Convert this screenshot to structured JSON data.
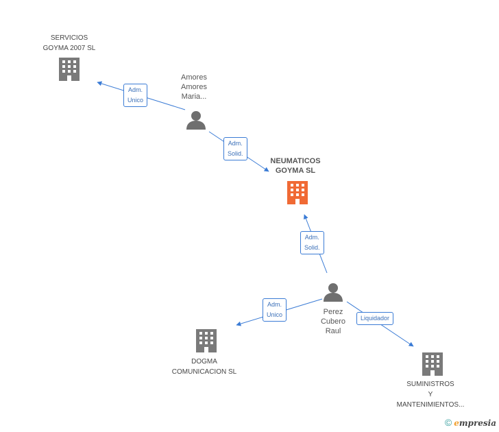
{
  "colors": {
    "edge": "#3a7bd5",
    "person_icon": "#6f6f6f",
    "company_icon": "#7a7a7a",
    "focus_icon": "#f06a35"
  },
  "nodes": {
    "servicios": {
      "lines": [
        "SERVICIOS",
        "GOYMA 2007 SL"
      ],
      "icon": "building-icon"
    },
    "amores": {
      "lines": [
        "Amores",
        "Amores",
        "Maria..."
      ],
      "icon": "person-icon"
    },
    "neumaticos": {
      "lines": [
        "NEUMATICOS",
        "GOYMA SL"
      ],
      "icon": "building-icon"
    },
    "perez": {
      "lines": [
        "Perez",
        "Cubero",
        "Raul"
      ],
      "icon": "person-icon"
    },
    "dogma": {
      "lines": [
        "DOGMA",
        "COMUNICACION SL"
      ],
      "icon": "building-icon"
    },
    "suministros": {
      "lines": [
        "SUMINISTROS",
        "Y",
        "MANTENIMIENTOS..."
      ],
      "icon": "building-icon"
    }
  },
  "edges": {
    "amores_servicios": {
      "lines": [
        "Adm.",
        "Unico"
      ]
    },
    "amores_neumaticos": {
      "lines": [
        "Adm.",
        "Solid."
      ]
    },
    "perez_neumaticos": {
      "lines": [
        "Adm.",
        "Solid."
      ]
    },
    "perez_dogma": {
      "lines": [
        "Adm.",
        "Unico"
      ]
    },
    "perez_suministros": {
      "lines": [
        "Liquidador"
      ]
    }
  },
  "footer": {
    "symbol": "©",
    "brand_first": "e",
    "brand_rest": "mpresia"
  }
}
